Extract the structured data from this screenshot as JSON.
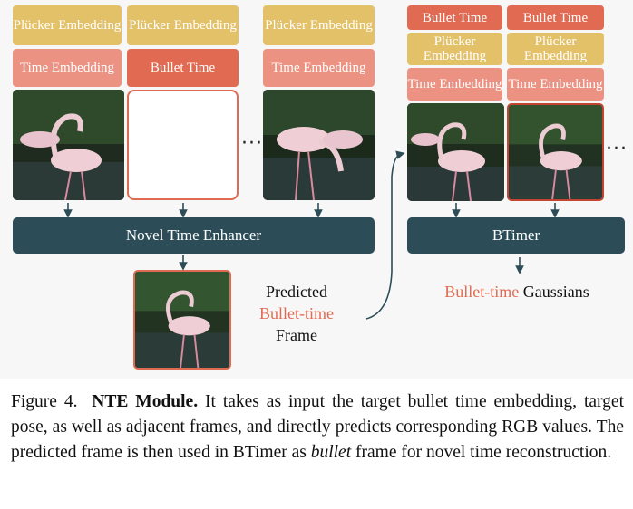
{
  "blocks": {
    "plucker": "Plücker Embedding",
    "time": "Time Embedding",
    "bullet": "Bullet Time"
  },
  "modules": {
    "nte": "Novel Time Enhancer",
    "btimer": "BTimer"
  },
  "ellipsis": "···",
  "output": {
    "predicted_line1": "Predicted",
    "predicted_line2": "Bullet-time",
    "predicted_line3": "Frame",
    "gaussians_accent": "Bullet-time",
    "gaussians_rest": " Gaussians"
  },
  "caption": {
    "fig": "Figure 4.",
    "title": "NTE Module.",
    "text1": " It takes as input the target bullet time embedding, target pose, as well as adjacent frames, and directly predicts corresponding RGB values. The predicted frame is then used in BTimer as ",
    "italic": "bullet",
    "text2": " frame for novel time reconstruction."
  },
  "colors": {
    "plucker": "#e2c169",
    "time_embedding": "#eb9282",
    "bullet_time": "#e16b52",
    "module_bar": "#2c4d58"
  }
}
